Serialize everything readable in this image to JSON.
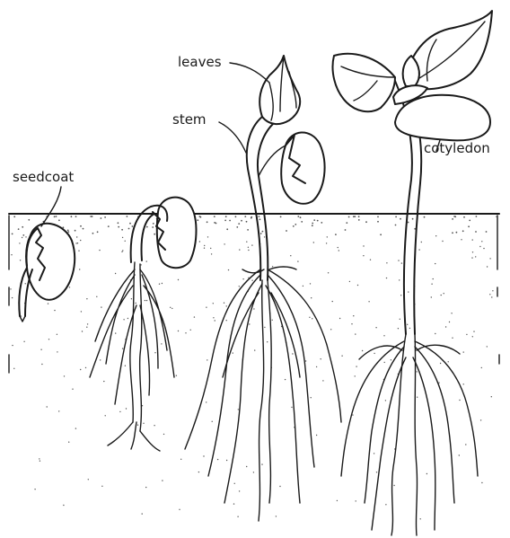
{
  "diagram": {
    "labels": {
      "seed_coat": "seedcoat",
      "leaves": "leaves",
      "stem": "stem",
      "cotyledon": "cotyledon"
    },
    "stages": [
      {
        "name": "stage-1-germinating-seed"
      },
      {
        "name": "stage-2-hooked-shoot"
      },
      {
        "name": "stage-3-emerging-leaves"
      },
      {
        "name": "stage-4-seedling"
      }
    ],
    "colors": {
      "ink": "#1a1a1a",
      "paper": "#ffffff"
    }
  }
}
